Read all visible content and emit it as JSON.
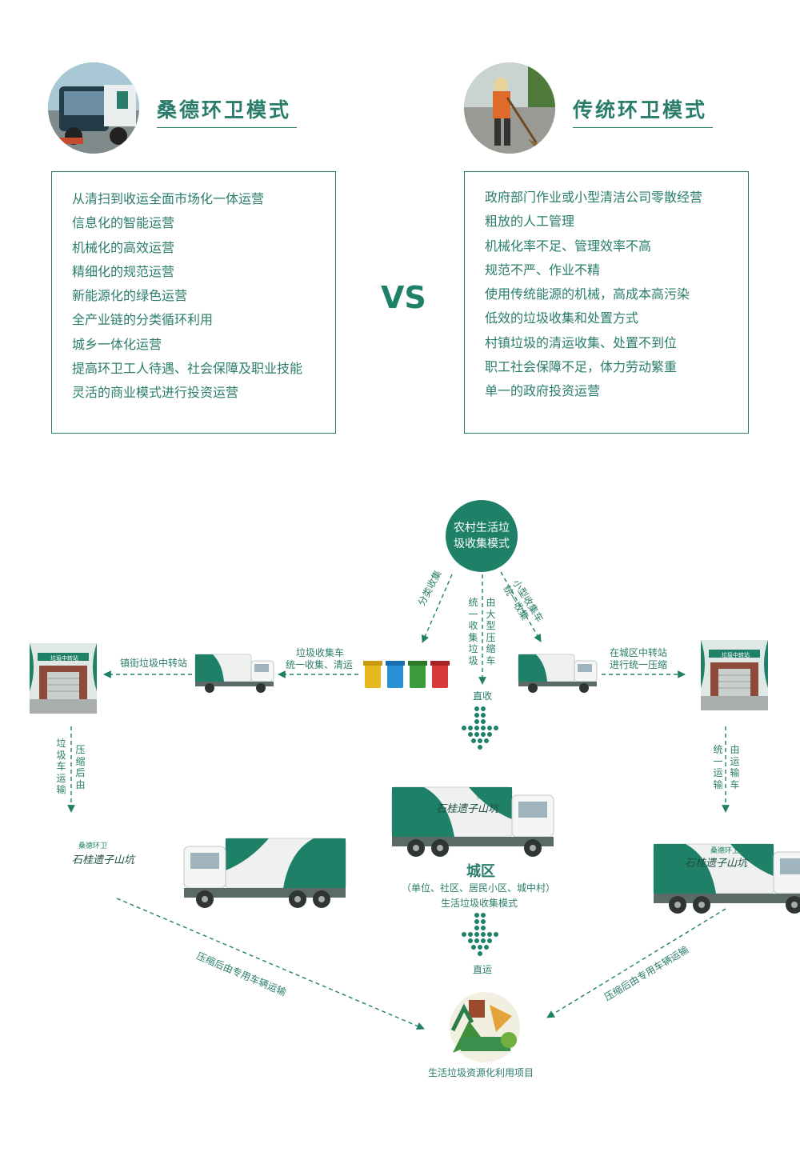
{
  "header": {
    "left_title": "桑德环卫模式",
    "right_title": "传统环卫模式",
    "vs": "VS"
  },
  "left_box": {
    "items": [
      "从清扫到收运全面市场化一体运营",
      "信息化的智能运营",
      "机械化的高效运营",
      "精细化的规范运营",
      "新能源化的绿色运营",
      "全产业链的分类循环利用",
      "城乡一体化运营",
      "提高环卫工人待遇、社会保障及职业技能",
      "灵活的商业模式进行投资运营"
    ]
  },
  "right_box": {
    "items": [
      "政府部门作业或小型清洁公司零散经营",
      "粗放的人工管理",
      "机械化率不足、管理效率不高",
      "规范不严、作业不精",
      "使用传统能源的机械，高成本高污染",
      "低效的垃圾收集和处置方式",
      "村镇垃圾的清运收集、处置不到位",
      "职工社会保障不足，体力劳动繁重",
      "单一的政府投资运营"
    ]
  },
  "flow": {
    "rural_center": "农村生活垃圾收集模式",
    "sort_collect": "分类收集",
    "big_truck": "由大型压缩车",
    "unified_collect_point": "统一收集垃圾",
    "small_truck": "小型收集车统一收集",
    "station_town": "镇街垃圾中转站",
    "collector_1": "垃圾收集车",
    "collector_2": "统一收集、清运",
    "city_station_1": "在城区中转站",
    "city_station_2": "进行统一压缩",
    "direct_collect": "直收",
    "left_down_a": "垃圾车运输",
    "left_down_b": "压缩后由",
    "right_down_a": "统一运输",
    "right_down_b": "由运输车",
    "city_title": "城区",
    "city_sub": "（单位、社区、居民小区、城中村）",
    "city_mode": "生活垃圾收集模式",
    "direct_transport": "直运",
    "diag_left": "压缩后由专用车辆运输",
    "diag_right": "压缩后由专用车辆运输",
    "resource": "生活垃圾资源化利用项目",
    "station_sign_left": "垃圾中转站",
    "station_sign_right": "垃圾中转站",
    "truck_brand": "桑德环卫",
    "truck_slogan": "石桂遗子山坑"
  },
  "colors": {
    "primary": "#1f8068",
    "text": "#2a7d6a",
    "bin_yellow": "#e8b820",
    "bin_blue": "#2b8fd6",
    "bin_green": "#3c9c3c",
    "bin_red": "#d63a3a"
  }
}
